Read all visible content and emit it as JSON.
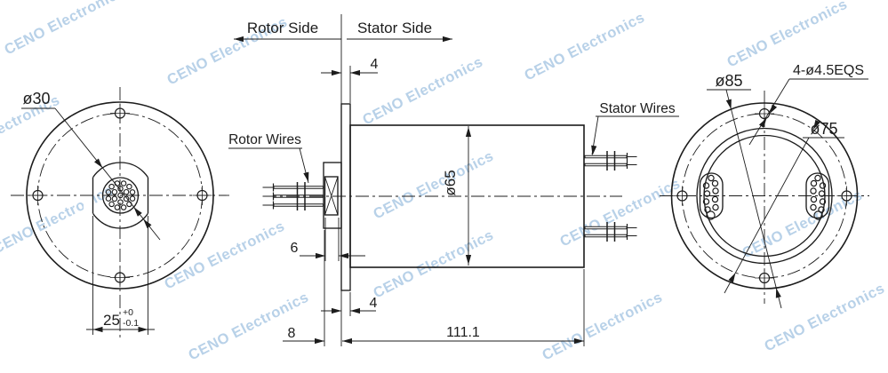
{
  "drawing": {
    "side_labels": {
      "rotor": "Rotor Side",
      "stator": "Stator Side"
    },
    "wire_labels": {
      "rotor": "Rotor Wires",
      "stator": "Stator Wires"
    },
    "dimensions": {
      "boss_diameter": "ø30",
      "shaft_width": "25",
      "shaft_width_tol_upper": "+0",
      "shaft_width_tol_lower": "-0.1",
      "flange_thickness_top": "4",
      "flange_thickness_bottom": "4",
      "gland_width": "6",
      "hub_protrusion": "8",
      "body_length": "111.1",
      "body_diameter": "ø65",
      "flange_outer_diameter": "ø85",
      "bolt_circle_diameter": "ø75",
      "bolt_holes": "4-ø4.5EQS"
    },
    "watermark": {
      "text": "CENO Electronics",
      "color": "#9dc0e0"
    },
    "line_color": "#1c1c1c",
    "background": "#ffffff"
  }
}
